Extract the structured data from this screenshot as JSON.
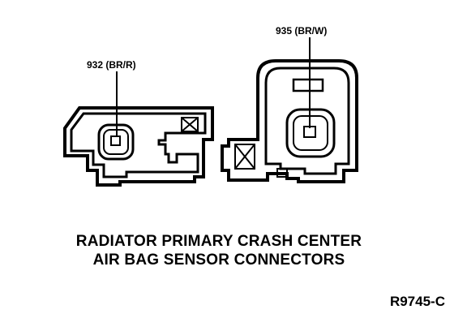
{
  "figure": {
    "left_connector": {
      "pin_label": "932 (BR/R)"
    },
    "right_connector": {
      "pin_label": "935 (BR/W)"
    },
    "title_line1": "RADIATOR PRIMARY CRASH CENTER",
    "title_line2": "AIR BAG SENSOR CONNECTORS",
    "reference_code": "R9745-C"
  }
}
